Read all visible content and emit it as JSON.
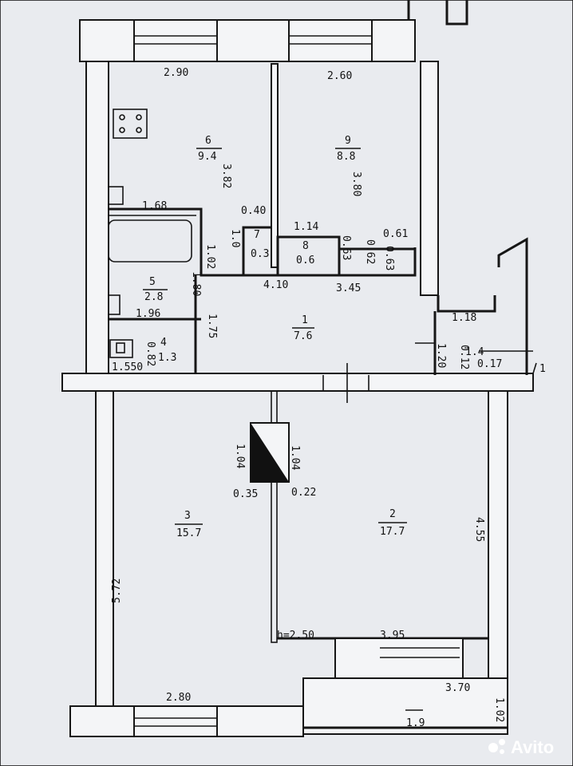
{
  "rooms": [
    {
      "id": "r1",
      "number": "1",
      "area": "7.6"
    },
    {
      "id": "r2",
      "number": "2",
      "area": "17.7"
    },
    {
      "id": "r3",
      "number": "3",
      "area": "15.7"
    },
    {
      "id": "r4",
      "number": "4",
      "area": "1.3"
    },
    {
      "id": "r5",
      "number": "5",
      "area": "2.8"
    },
    {
      "id": "r6",
      "number": "6",
      "area": "9.4"
    },
    {
      "id": "r7",
      "number": "7",
      "area": "0.3"
    },
    {
      "id": "r8",
      "number": "8",
      "area": "0.6"
    },
    {
      "id": "r9",
      "number": "9",
      "area": "8.8"
    },
    {
      "id": "r10",
      "number": "1.4",
      "area": ""
    },
    {
      "id": "balcony",
      "number": "",
      "area": "1.9"
    }
  ],
  "dimensions": {
    "kitchen_width": "2.90",
    "room9_width": "2.60",
    "kitchen_length": "3.82",
    "room9_length": "3.80",
    "bath_width": "1.68",
    "bath_height": "1.80",
    "wc_dim": "1.96",
    "wc_len": "1.75",
    "toilet_width": "1.550",
    "toilet_h": "0.82",
    "closet7_w": "0.40",
    "closet7_h": "1.0",
    "closet7_d": "1.02",
    "closet8_w": "1.14",
    "closet8_a": "0.63",
    "closet8_b": "0.62",
    "closet8_c": "0.61",
    "closet8_d": "0.63",
    "hall_a": "4.10",
    "hall_b": "3.45",
    "vest_w": "1.18",
    "vest_h": "1.20",
    "vest_a": "0.12",
    "vest_b": "0.17",
    "stack_l": "1.04",
    "stack_r": "1.04",
    "stack_a": "0.35",
    "stack_b": "0.22",
    "room2_len": "4.55",
    "room3_len": "5.72",
    "ceiling": "h=2.50",
    "room2_width": "3.95",
    "room3_width": "2.80",
    "balcony_w": "3.70",
    "balcony_d": "1.02",
    "entrance_mark": "1"
  },
  "watermark": "Avito"
}
